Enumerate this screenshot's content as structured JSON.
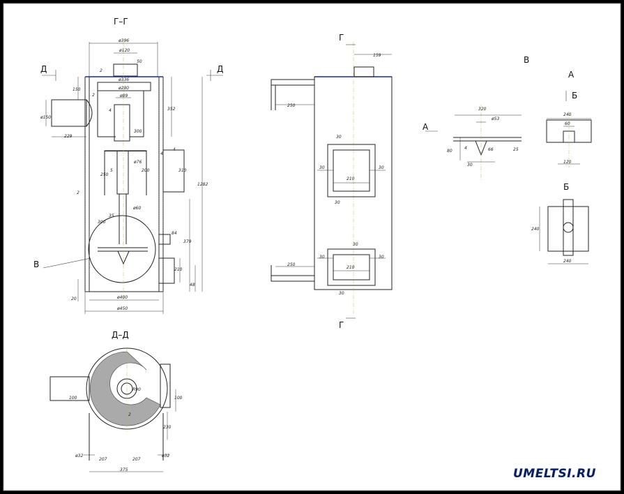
{
  "views": {
    "section_gg": "Г–Г",
    "section_dd": "Д–Д",
    "view_v": "В",
    "view_a": "А",
    "view_b": "Б",
    "cut_d_left": "Д",
    "cut_d_right": "Д",
    "cut_g_top": "Г",
    "cut_g_bottom": "Г",
    "arrow_a": "А",
    "arrow_b": "Б",
    "callout_v": "В"
  },
  "dims_gg": {
    "d396": "ø396",
    "d120": "ø120",
    "d336": "ø336",
    "d280": "ø280",
    "d89": "ø89",
    "d76": "ø76",
    "d60": "ø60",
    "d400": "ø400",
    "d450": "ø450",
    "d150": "ø150",
    "v150": "150",
    "v2a": "2",
    "v2b": "2",
    "v2c": "2",
    "v50": "50",
    "v352": "352",
    "v300a": "300",
    "v4a": "4",
    "v4b": "4",
    "v4c": "4",
    "v5": "5",
    "v250": "250",
    "v200": "200",
    "v310": "310",
    "v1282": "1282",
    "v35": "35",
    "v300b": "300",
    "v84": "84",
    "v379": "379",
    "v210": "210",
    "v48": "48",
    "v20": "20",
    "v229": "229"
  },
  "dims_front": {
    "w159": "159",
    "w250a": "250",
    "w250b": "250",
    "w210a": "210",
    "w210b": "210",
    "s30": "30"
  },
  "dims_v": {
    "w320": "320",
    "d53": "ø53",
    "h80": "80",
    "a4": "4",
    "a66": "66",
    "a25": "25",
    "a30": "30"
  },
  "dims_a": {
    "w240": "240",
    "w60": "60",
    "w120": "120"
  },
  "dims_b": {
    "h240": "240",
    "w240": "240"
  },
  "dims_dd": {
    "r90": "R90",
    "v2": "2",
    "h100a": "100",
    "h100b": "100",
    "v230": "230",
    "d32a": "ø32",
    "d32b": "ø32",
    "v207a": "207",
    "v207b": "207",
    "w375": "375"
  },
  "watermark": "UMELTSI.RU"
}
